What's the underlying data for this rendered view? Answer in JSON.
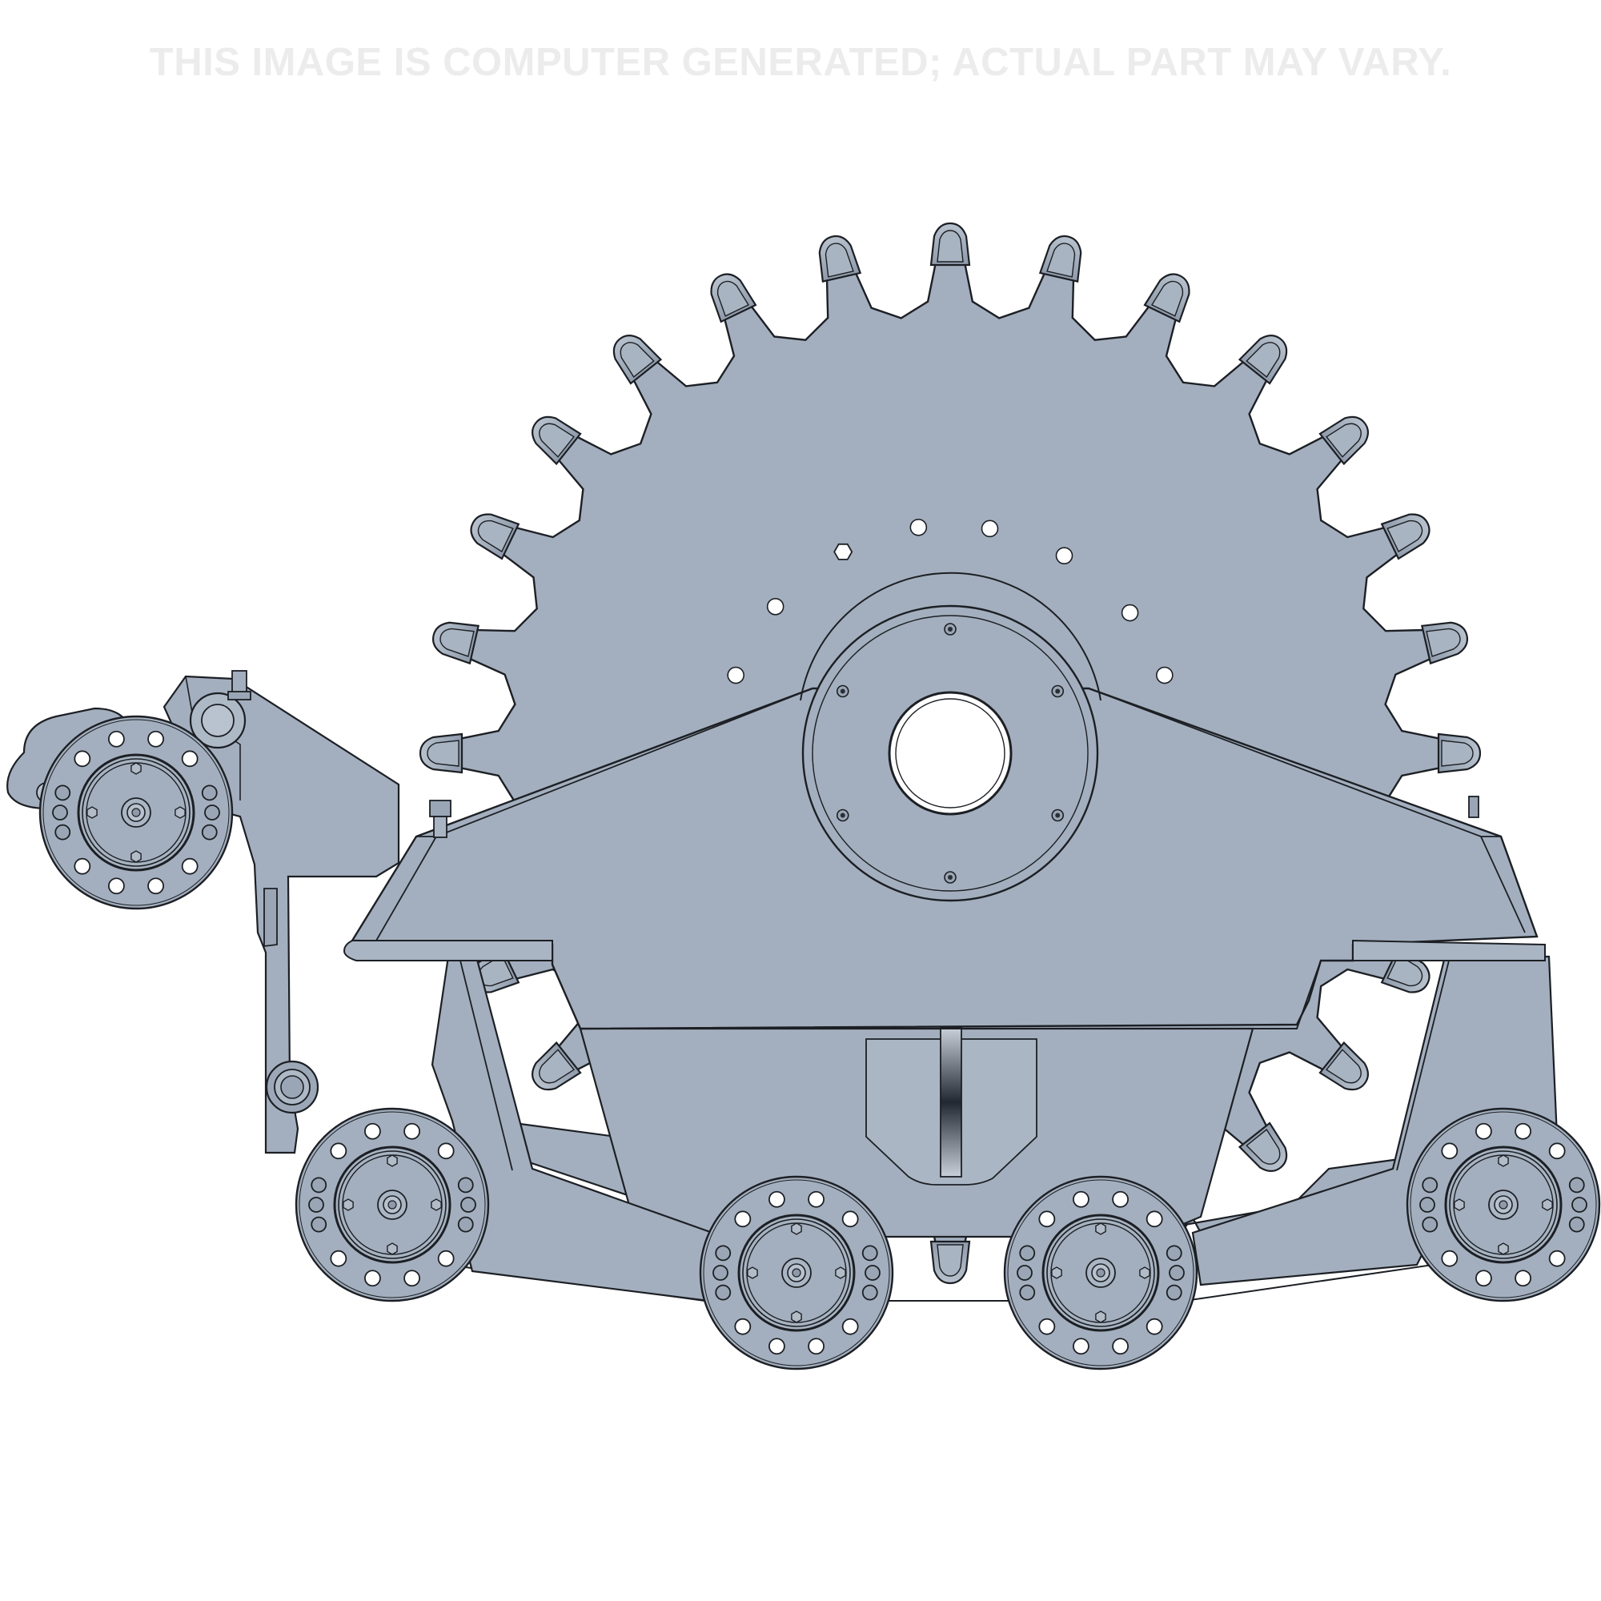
{
  "disclaimer": "THIS IMAGE IS COMPUTER GENERATED; ACTUAL PART MAY VARY.",
  "colors": {
    "background": "#ffffff",
    "part_fill": "#a3afbe",
    "part_fill_light": "#aab6c4",
    "outline": "#1c1f24",
    "hole": "#ffffff",
    "disclaimer_text": "#ececec"
  },
  "drawing": {
    "subject": "tracked undercarriage with drive sprocket",
    "sprocket_teeth": 28,
    "road_wheels": 4,
    "idler_wheels": 1
  }
}
